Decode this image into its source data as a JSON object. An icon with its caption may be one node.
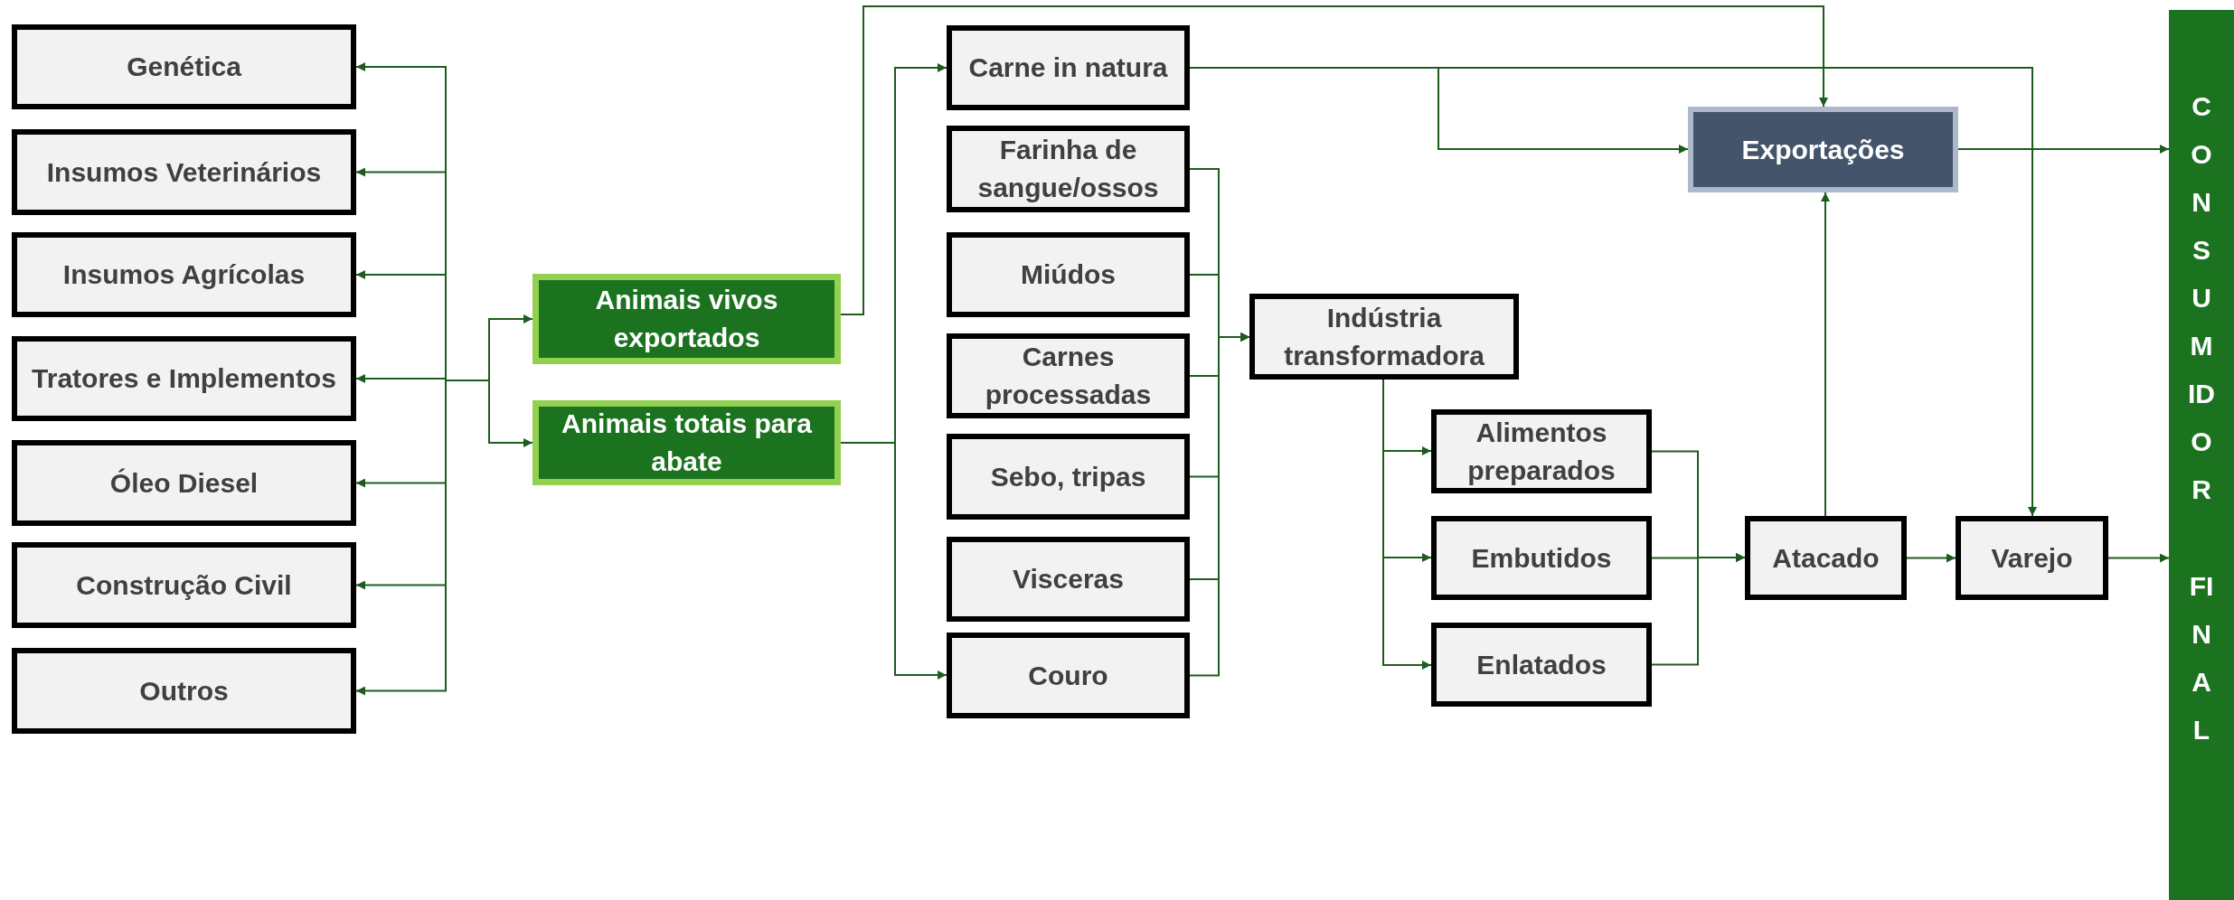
{
  "diagram": {
    "nodes": [
      {
        "text": [
          "Genética"
        ]
      },
      {
        "text": [
          "Insumos Veterinários"
        ]
      },
      {
        "text": [
          "Insumos Agrícolas"
        ]
      },
      {
        "text": [
          "Tratores e Implementos"
        ]
      },
      {
        "text": [
          "Óleo Diesel"
        ]
      },
      {
        "text": [
          "Construção Civil"
        ]
      },
      {
        "text": [
          "Outros"
        ]
      },
      {
        "text": [
          "Animais vivos exportados"
        ]
      },
      {
        "text": [
          "Animais totais para abate"
        ]
      },
      {
        "text": [
          "Carne in natura"
        ]
      },
      {
        "text": [
          "Farinha de sangue/ossos"
        ]
      },
      {
        "text": [
          "Miúdos"
        ]
      },
      {
        "text": [
          "Carnes processadas"
        ]
      },
      {
        "text": [
          "Sebo, tripas"
        ]
      },
      {
        "text": [
          "Visceras"
        ]
      },
      {
        "text": [
          "Couro"
        ]
      },
      {
        "text": [
          "Indústria transformadora"
        ]
      },
      {
        "text": [
          "Alimentos preparados"
        ]
      },
      {
        "text": [
          "Embutidos"
        ]
      },
      {
        "text": [
          "Enlatados"
        ]
      },
      {
        "text": [
          "Exportações"
        ]
      },
      {
        "text": [
          "Atacado"
        ]
      },
      {
        "text": [
          "Varejo"
        ]
      },
      {
        "text": [
          "CONSUMIDOR FINAL"
        ]
      }
    ],
    "edges": [
      {
        "from": null,
        "to": 0,
        "arrow": "to"
      },
      {
        "from": null,
        "to": 1,
        "arrow": "to"
      },
      {
        "from": null,
        "to": 2,
        "arrow": "to"
      },
      {
        "from": null,
        "to": 3,
        "arrow": "to"
      },
      {
        "from": null,
        "to": 4,
        "arrow": "to"
      },
      {
        "from": null,
        "to": 5,
        "arrow": "to"
      },
      {
        "from": null,
        "to": 6,
        "arrow": "to"
      },
      {
        "from": null,
        "to": 7,
        "arrow": "to"
      },
      {
        "from": null,
        "to": 8,
        "arrow": "to"
      },
      {
        "from": 7,
        "to": 20,
        "arrow": "to"
      },
      {
        "from": 8,
        "to": 9,
        "arrow": "to"
      },
      {
        "from": 8,
        "to": 15,
        "arrow": "to"
      },
      {
        "from": 10,
        "to": 16,
        "arrow": "to"
      },
      {
        "from": 11,
        "to": 16,
        "arrow": "to"
      },
      {
        "from": 12,
        "to": 16,
        "arrow": "to"
      },
      {
        "from": 13,
        "to": 16,
        "arrow": "to"
      },
      {
        "from": 14,
        "to": 16,
        "arrow": "to"
      },
      {
        "from": 15,
        "to": 16,
        "arrow": "to"
      },
      {
        "from": 9,
        "to": 20,
        "arrow": "to"
      },
      {
        "from": 9,
        "to": 22,
        "arrow": "to"
      },
      {
        "from": 16,
        "to": 17,
        "arrow": "to"
      },
      {
        "from": 16,
        "to": 18,
        "arrow": "to"
      },
      {
        "from": 16,
        "to": 19,
        "arrow": "to"
      },
      {
        "from": 17,
        "to": 21,
        "arrow": "to"
      },
      {
        "from": 18,
        "to": 21,
        "arrow": "to"
      },
      {
        "from": 19,
        "to": 21,
        "arrow": "to"
      },
      {
        "from": 21,
        "to": 20,
        "arrow": "to"
      },
      {
        "from": 21,
        "to": 22,
        "arrow": "to"
      },
      {
        "from": 22,
        "to": 23,
        "arrow": "to"
      },
      {
        "from": 20,
        "to": 23,
        "arrow": "to"
      }
    ]
  }
}
